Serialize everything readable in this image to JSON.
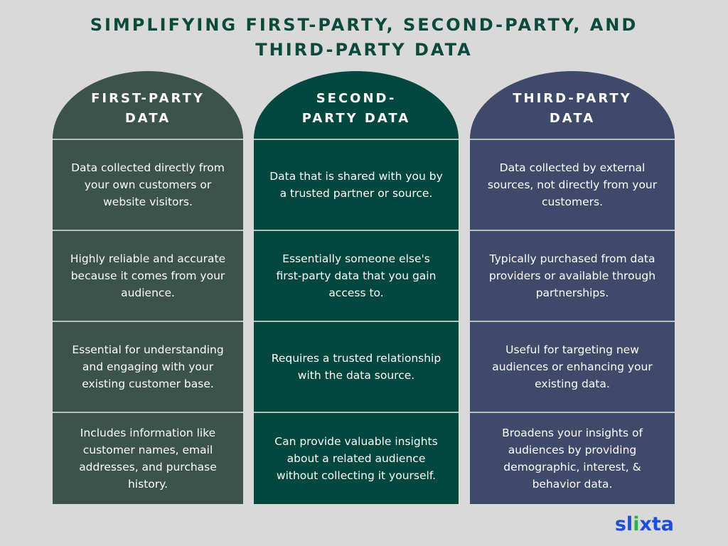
{
  "title": {
    "line1": "SIMPLIFYING FIRST-PARTY, SECOND-PARTY, AND",
    "line2": "THIRD-PARTY DATA"
  },
  "colors": {
    "background": "#d9d9d9",
    "title": "#0d4a3e",
    "first": "#3b534a",
    "second": "#03483f",
    "third": "#3f4a6b"
  },
  "columns": [
    {
      "header": "FIRST-PARTY DATA",
      "cells": [
        "Data collected directly from your own customers or website visitors.",
        "Highly reliable and accurate because it comes from your audience.",
        "Essential for understanding and engaging with your existing customer base.",
        "Includes information like customer names, email addresses, and purchase history."
      ]
    },
    {
      "header": "SECOND-PARTY DATA",
      "cells": [
        "Data that is shared with you by a trusted partner or source.",
        "Essentially someone else's first-party data that you gain access to.",
        "Requires a trusted relationship with the data source.",
        "Can provide valuable insights about a related audience without collecting it yourself."
      ]
    },
    {
      "header": "THIRD-PARTY DATA",
      "cells": [
        "Data collected by external sources, not directly from your customers.",
        "Typically purchased from data providers or available through partnerships.",
        "Useful for targeting new audiences or enhancing your existing data.",
        "Broadens your insights of audiences by providing demographic, interest, & behavior data."
      ]
    }
  ],
  "logo": {
    "pre": "sl",
    "i": "i",
    "post": "xta"
  }
}
